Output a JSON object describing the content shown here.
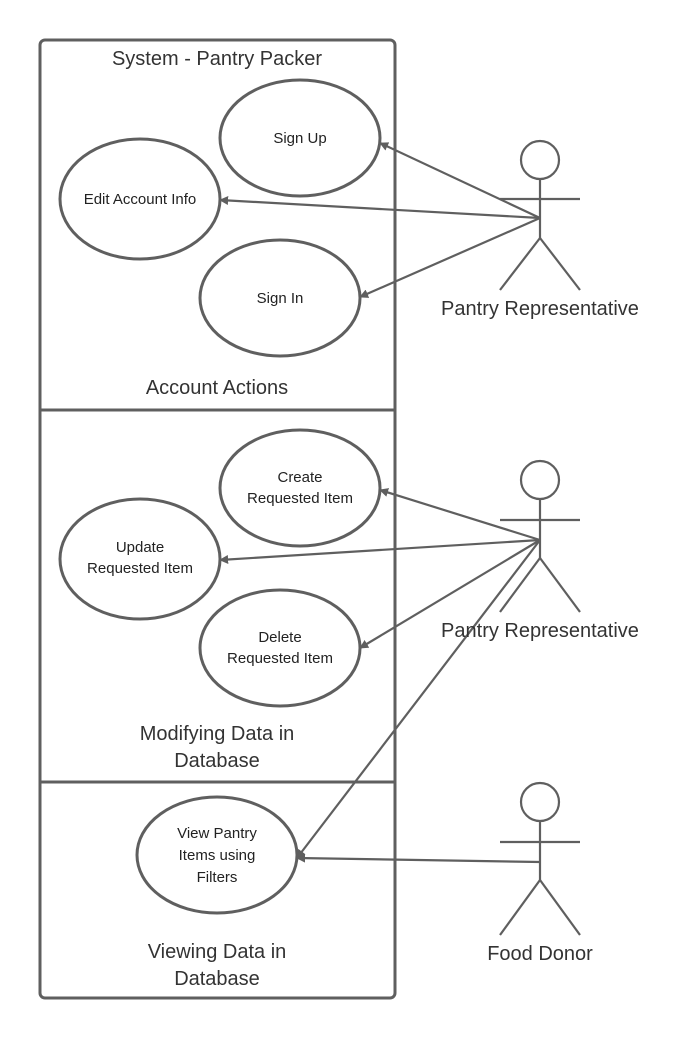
{
  "system_title": "System - Pantry Packer",
  "sections": [
    {
      "id": "account",
      "label": [
        "Account Actions"
      ]
    },
    {
      "id": "modify",
      "label": [
        "Modifying Data in",
        "Database"
      ]
    },
    {
      "id": "view",
      "label": [
        "Viewing Data in",
        "Database"
      ]
    }
  ],
  "use_cases": [
    {
      "id": "sign-up",
      "lines": [
        "Sign Up"
      ]
    },
    {
      "id": "edit-account-info",
      "lines": [
        "Edit Account Info"
      ]
    },
    {
      "id": "sign-in",
      "lines": [
        "Sign In"
      ]
    },
    {
      "id": "create-requested-item",
      "lines": [
        "Create",
        "Requested Item"
      ]
    },
    {
      "id": "update-requested-item",
      "lines": [
        "Update",
        "Requested Item"
      ]
    },
    {
      "id": "delete-requested-item",
      "lines": [
        "Delete",
        "Requested Item"
      ]
    },
    {
      "id": "view-pantry-items",
      "lines": [
        "View Pantry",
        "Items using",
        "Filters"
      ]
    }
  ],
  "actors": [
    {
      "id": "pantry-rep-1",
      "label": "Pantry Representative"
    },
    {
      "id": "pantry-rep-2",
      "label": "Pantry Representative"
    },
    {
      "id": "food-donor",
      "label": "Food Donor"
    }
  ],
  "associations": [
    {
      "from": "pantry-rep-1",
      "to": "sign-up"
    },
    {
      "from": "pantry-rep-1",
      "to": "edit-account-info"
    },
    {
      "from": "pantry-rep-1",
      "to": "sign-in"
    },
    {
      "from": "pantry-rep-2",
      "to": "create-requested-item"
    },
    {
      "from": "pantry-rep-2",
      "to": "update-requested-item"
    },
    {
      "from": "pantry-rep-2",
      "to": "delete-requested-item"
    },
    {
      "from": "pantry-rep-2",
      "to": "view-pantry-items"
    },
    {
      "from": "food-donor",
      "to": "view-pantry-items"
    }
  ],
  "colors": {
    "stroke": "#5f5f5f",
    "text": "#222222",
    "background": "#ffffff"
  }
}
